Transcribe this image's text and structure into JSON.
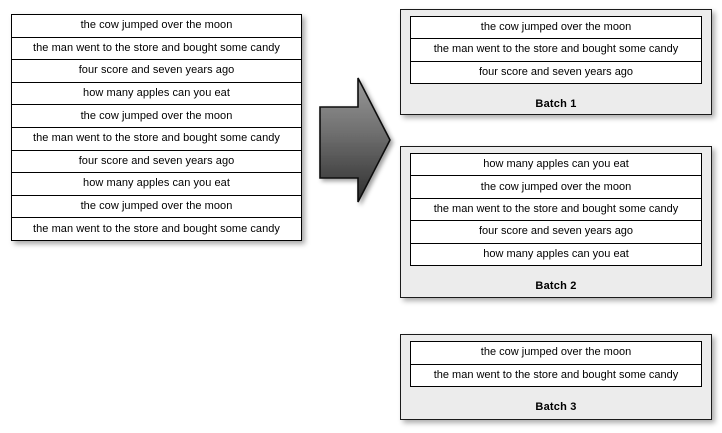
{
  "source_list": {
    "name": "input-sentence-list",
    "rows": [
      "the cow jumped over the moon",
      "the man went to the store and bought some candy",
      "four score and seven years ago",
      "how many apples can you eat",
      "the cow jumped over the moon",
      "the man went to the store and bought some candy",
      "four score and seven years ago",
      "how many apples can you eat",
      "the cow jumped over the moon",
      "the man went to the store and bought some candy"
    ]
  },
  "arrow": {
    "icon": "right-block-arrow-icon",
    "direction": "right",
    "fill_top": "#8c8c8c",
    "fill_bottom": "#3a3a3a",
    "stroke": "#111111"
  },
  "batches": [
    {
      "label": "Batch 1",
      "rows": [
        "the cow jumped over the moon",
        "the man went to the store and bought some candy",
        "four score and seven years ago"
      ]
    },
    {
      "label": "Batch 2",
      "rows": [
        "how many apples can you eat",
        "the cow jumped over the moon",
        "the man went to the store and bought some candy",
        "four score and seven years ago",
        "how many apples can you eat"
      ]
    },
    {
      "label": "Batch 3",
      "rows": [
        "the cow jumped over the moon",
        "the man went to the store and bought some candy"
      ]
    }
  ],
  "colors": {
    "page_background": "#ffffff",
    "panel_fill": "#ececec",
    "panel_border": "#1b1b1b",
    "row_fill": "#ffffff",
    "row_border": "#000000",
    "text": "#000000"
  }
}
